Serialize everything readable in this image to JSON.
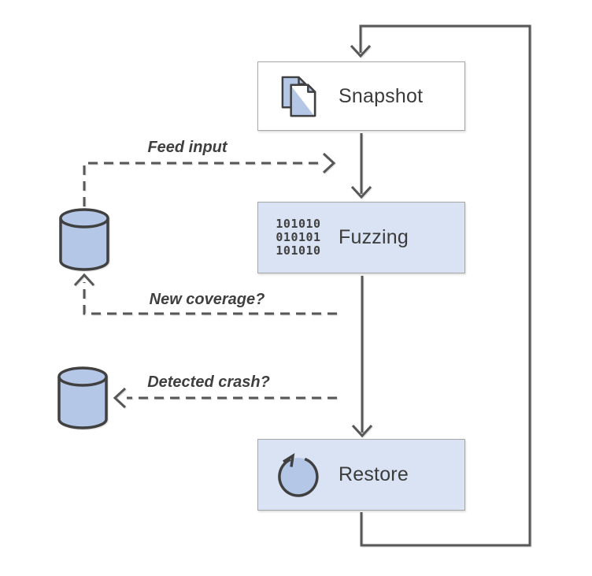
{
  "nodes": {
    "snapshot": {
      "label": "Snapshot",
      "icon": "copy-pages-icon"
    },
    "fuzzing": {
      "label": "Fuzzing",
      "icon": "binary-code-icon",
      "binary": {
        "line1": "101010",
        "line2": "010101",
        "line3": "101010"
      }
    },
    "restore": {
      "label": "Restore",
      "icon": "restore-arrow-icon"
    }
  },
  "edge_labels": {
    "feed_input": "Feed input",
    "new_coverage": "New coverage?",
    "detected_crash": "Detected crash?"
  },
  "colors": {
    "node_fill_highlight": "#dae3f3",
    "node_fill_plain": "#ffffff",
    "node_border": "#a6a6a6",
    "cylinder_fill": "#b4c7e7",
    "line": "#575757",
    "icon_stroke": "#404040",
    "text": "#3b3b3b"
  }
}
